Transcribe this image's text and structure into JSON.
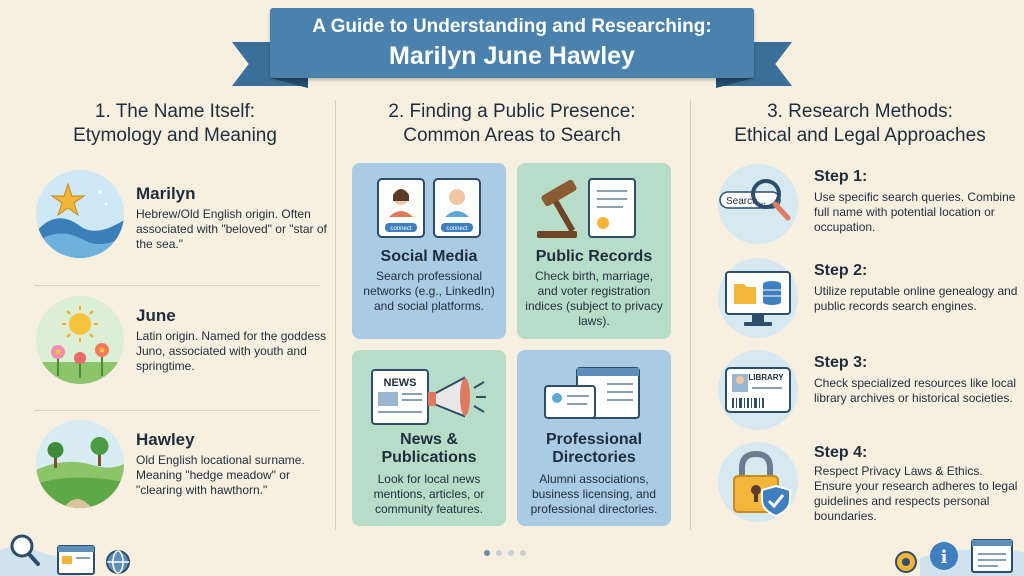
{
  "banner": {
    "line1": "A Guide to Understanding and Researching:",
    "line2": "Marilyn June Hawley"
  },
  "columns": [
    {
      "title_l1": "1. The Name Itself:",
      "title_l2": "Etymology and Meaning"
    },
    {
      "title_l1": "2. Finding a Public Presence:",
      "title_l2": "Common Areas to Search"
    },
    {
      "title_l1": "3. Research Methods:",
      "title_l2": "Ethical and Legal Approaches"
    }
  ],
  "names": [
    {
      "title": "Marilyn",
      "desc": "Hebrew/Old English origin. Often associated with \"beloved\" or \"star of the sea.\""
    },
    {
      "title": "June",
      "desc": "Latin origin. Named for the goddess Juno, associated with youth and springtime."
    },
    {
      "title": "Hawley",
      "desc": "Old English locational surname. Meaning \"hedge meadow\" or \"clearing with hawthorn.\""
    }
  ],
  "cards": [
    {
      "title_l1": "Social Media",
      "title_l2": "",
      "desc": "Search professional networks (e.g., LinkedIn) and social platforms.",
      "bg": "#a9cbe3",
      "connect": "connect"
    },
    {
      "title_l1": "Public Records",
      "title_l2": "",
      "desc": "Check birth, marriage, and voter registration indices (subject to privacy laws).",
      "bg": "#b7dcc8"
    },
    {
      "title_l1": "News &",
      "title_l2": "Publications",
      "desc": "Look for local news mentions, articles, or community features.",
      "bg": "#b7dcc8",
      "news": "NEWS"
    },
    {
      "title_l1": "Professional",
      "title_l2": "Directories",
      "desc": "Alumni associations, business licensing, and professional directories.",
      "bg": "#a9cbe3"
    }
  ],
  "steps": [
    {
      "title": "Step 1:",
      "desc": "Use specific search queries. Combine full name with potential location or occupation.",
      "search_text": "Search..."
    },
    {
      "title": "Step 2:",
      "desc": "Utilize reputable online genealogy and public records search engines."
    },
    {
      "title": "Step 3:",
      "desc": "Check specialized resources like local library archives or historical societies.",
      "library": "LIBRARY"
    },
    {
      "title": "Step 4:",
      "desc": "Respect Privacy Laws & Ethics. Ensure your research adheres to legal guidelines and respects personal boundaries."
    }
  ],
  "colors": {
    "banner": "#4a82ad",
    "background": "#f7f0e1",
    "text": "#1f2d3d"
  }
}
